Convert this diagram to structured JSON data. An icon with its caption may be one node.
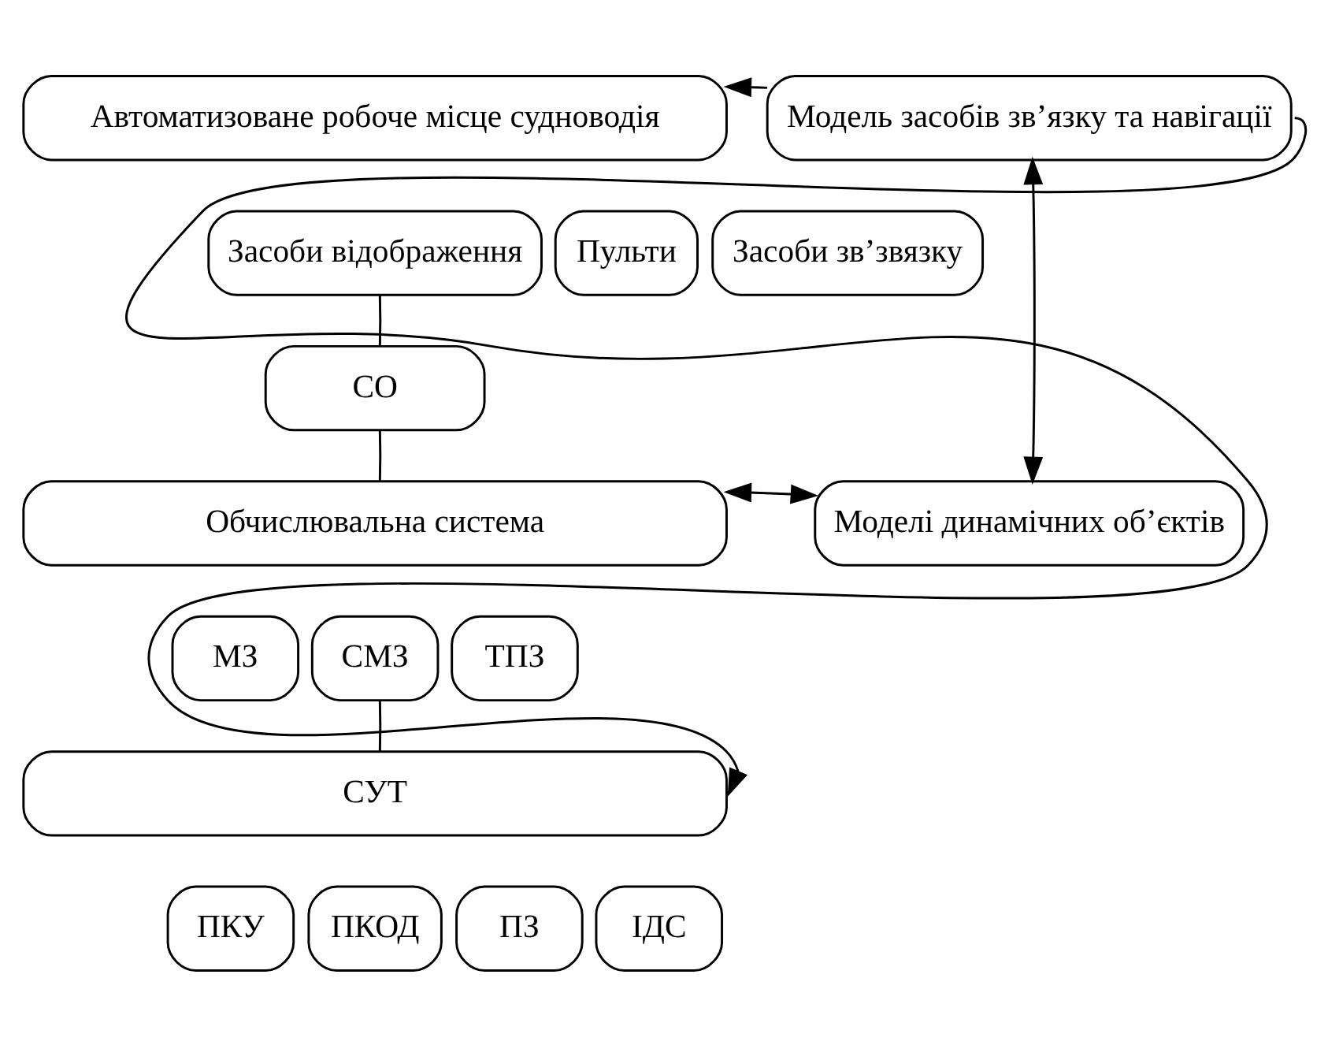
{
  "diagram": {
    "nodes": [
      {
        "text": [
          "Автоматизоване робоче місце судноводія"
        ]
      },
      {
        "text": [
          "Пульти"
        ]
      },
      {
        "text": [
          "Засоби відображення"
        ]
      },
      {
        "text": [
          "Засоби зв’звязку"
        ]
      },
      {
        "text": [
          "СО"
        ]
      },
      {
        "text": [
          "Обчислювальна система"
        ]
      },
      {
        "text": [
          "МЗ"
        ]
      },
      {
        "text": [
          "СМЗ"
        ]
      },
      {
        "text": [
          "ТПЗ"
        ]
      },
      {
        "text": [
          "СУТ"
        ]
      },
      {
        "text": [
          "ПКУ"
        ]
      },
      {
        "text": [
          "ПКОД"
        ]
      },
      {
        "text": [
          "ПЗ"
        ]
      },
      {
        "text": [
          "ІДС"
        ]
      },
      {
        "text": [
          "Модель засобів зв’язку та навігації"
        ]
      },
      {
        "text": [
          "Моделі динамічних об’єктів"
        ]
      }
    ],
    "edges": [
      {
        "from": 2,
        "to": 4,
        "arrow": "none"
      },
      {
        "from": 4,
        "to": 5,
        "arrow": "none"
      },
      {
        "from": 7,
        "to": 9,
        "arrow": "none"
      },
      {
        "from": 14,
        "to": 0,
        "arrow": "to"
      },
      {
        "from": 14,
        "to": 15,
        "arrow": "both"
      },
      {
        "from": 5,
        "to": 15,
        "arrow": "both"
      },
      {
        "from": 14,
        "to": 9,
        "arrow": "to"
      }
    ]
  }
}
